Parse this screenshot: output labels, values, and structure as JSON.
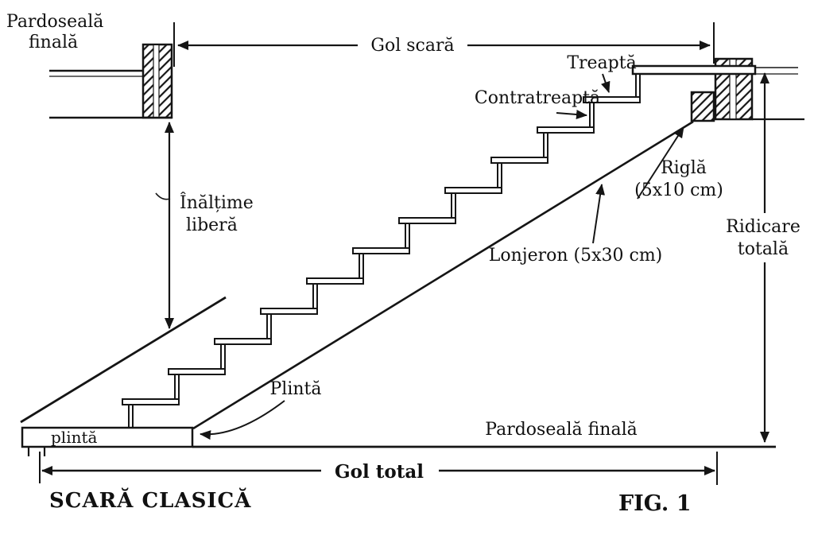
{
  "diagram": {
    "title": "SCARĂ CLASICĂ",
    "figure_label": "FIG. 1",
    "labels": {
      "pardoseala_top_line1": "Pardoseală",
      "pardoseala_top_line2": "finală",
      "gol_scara": "Gol scară",
      "treapta": "Treaptă",
      "contratreapta": "Contratreaptă",
      "rigla_line1": "Riglă",
      "rigla_line2": "(5x10 cm)",
      "lonjeron": "Lonjeron (5x30 cm)",
      "inaltime_line1": "Înălțime",
      "inaltime_line2": "liberă",
      "ridicare_line1": "Ridicare",
      "ridicare_line2": "totală",
      "plinta_callout": "Plintă",
      "plinta_small": "plintă",
      "pardoseala_bottom": "Pardoseală finală",
      "gol_total": "Gol total"
    }
  }
}
